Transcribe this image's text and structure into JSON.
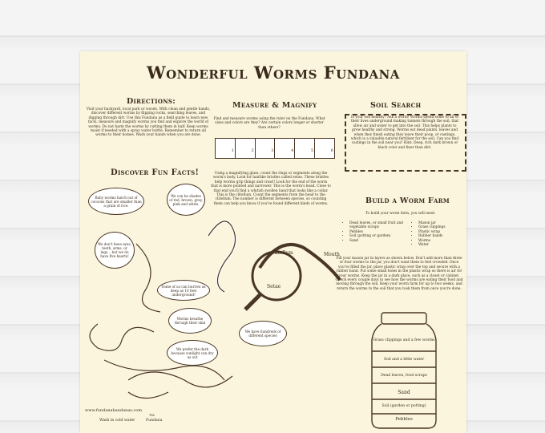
{
  "title": "Wonderful Worms Fundana",
  "directions": {
    "heading": "Directions:",
    "text": "Visit your backyard, local park or woods. With clean and gentle hands, discover different worms by flipping rocks, searching leaves, and digging through dirt. Use this Fundana as a field guide to learn new facts, measure and magnify worms you find and explore the world of worms. Do not harm the worms by cutting them in half. Keep worms moist if needed with a spray water bottle. Remember to return all worms to their homes. Wash your hands when you are done."
  },
  "fun_facts": {
    "heading": "Discover Fun Facts!",
    "bubbles": [
      "Baby worms hatch out of cocoons that are smaller than a grain of rice.",
      "We can be shades of red, brown, gray, pink and white.",
      "We don't have eyes, teeth, arms, or legs... but we do have five hearts!",
      "Some of us can burrow as deep as 10 feet underground!",
      "Worms breathe through their skin",
      "We prefer the dark because sunlight can dry us out",
      "We have hundreds of different species"
    ]
  },
  "measure": {
    "heading": "Measure & Magnify",
    "intro": "Find and measure worms using the ruler on the Fundana. What sizes and colors are they? Are certain colors longer or shorter than others?",
    "ruler_numbers": [
      "1",
      "2",
      "3",
      "4",
      "5",
      "6"
    ],
    "text": "Using a magnifying glass, count the rings or segments along the worm's body. Look for hairlike bristles called setae. These bristles help worms grip things and crawl! Look for the end of the worm that is more pointed and narrower. This is the worm's head. Close to that end you'll find a whitish swollen band that looks like a collar. This is the clitellum. Count the segments from the head to the clitellum. The number is different between species, so counting them can help you know if you've found different kinds of worms.",
    "labels": {
      "clitellum": "Clitellum",
      "mouth": "Mouth",
      "setae": "Setae"
    }
  },
  "soil_search": {
    "heading": "Soil Search",
    "text": "Is your soil healthy? Ask a worm! Worms spend some to all of their lives underground making tunnels through the soil, that allow air and water to get into the soil. This helps plants to grow healthy and strong. Worms eat dead plants, leaves and when they finish eating they leave their poop, or castings, which is a valuable natural fertilizer for the soil. Can you find castings in the soil near you? Hint: Deep, rich dark brown or black color and finer than dirt."
  },
  "worm_farm": {
    "heading": "Build a Worm Farm",
    "intro": "To build your worm farm, you will need:",
    "list_left": [
      "Dead leaves, or small fruit and vegetable scraps",
      "Pebbles",
      "Soil (potting or garden)",
      "Sand"
    ],
    "list_right": [
      "Mason jar",
      "Grass clippings",
      "Plastic wrap",
      "Rubber bands",
      "Worms",
      "Water"
    ],
    "text": "Fill your mason jar in layers as shown below. Don't add more than three or four worms to the jar, you don't want them to feel crowded. Once you've filled the jar, place plastic wrap over the top and secure with a rubber band. Put some small holes in the plastic wrap so there is air for your worms. Keep the jar in a dark place, such as a closet or cabinet. Check every couple days to see how the worms are eating their food and moving through the soil. Keep your worm farm for up to two weeks, and return the worms to the soil that you took them from once you're done.",
    "jar_layers": [
      "Grass clippings and a few worms",
      "Soil and a little water",
      "Dead leaves, food scraps",
      "Sand",
      "Soil (garden or potting)",
      "Pebbles"
    ]
  },
  "footer": {
    "website": "www.fundanabandanas.com",
    "wash": "Wash in cold water",
    "brand": "Fundana",
    "tm": "TM"
  }
}
